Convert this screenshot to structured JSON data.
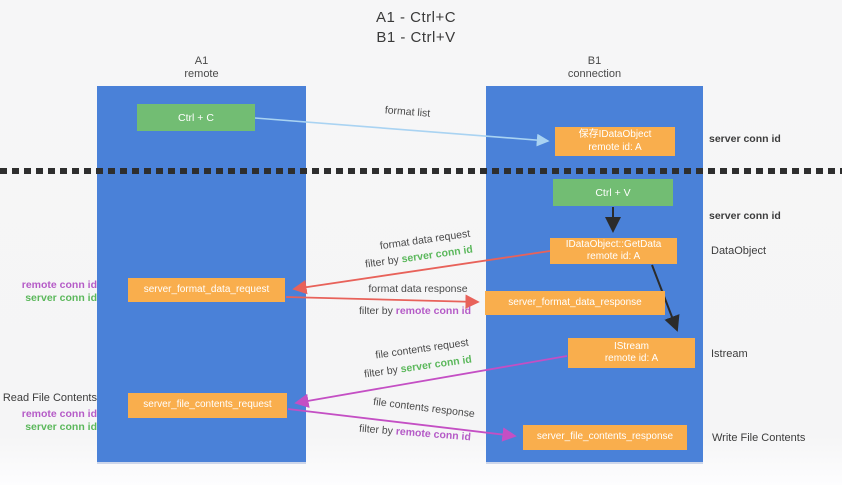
{
  "title": {
    "line1": "A1 - Ctrl+C",
    "line2": "B1 - Ctrl+V"
  },
  "columns": {
    "left": {
      "id": "A1",
      "role": "remote"
    },
    "right": {
      "id": "B1",
      "role": "connection"
    }
  },
  "nodes": {
    "ctrl_c": {
      "label": "Ctrl + C"
    },
    "ctrl_v": {
      "label": "Ctrl + V"
    },
    "save_idataobject": {
      "line1": "保存IDataObject",
      "line2": "remote id: A"
    },
    "getdata": {
      "line1": "IDataObject::GetData",
      "line2": "remote id: A"
    },
    "istream": {
      "line1": "IStream",
      "line2": "remote id: A"
    },
    "server_format_data_request": {
      "label": "server_format_data_request"
    },
    "server_format_data_response": {
      "label": "server_format_data_response"
    },
    "server_file_contents_request": {
      "label": "server_file_contents_request"
    },
    "server_file_contents_response": {
      "label": "server_file_contents_response"
    }
  },
  "edge_labels": {
    "format_list": "format list",
    "format_data_request": "format data request",
    "format_data_request_filter_prefix": "filter by ",
    "format_data_request_filter_key": "server conn id",
    "format_data_response": "format data response",
    "format_data_response_filter_prefix": "filter by ",
    "format_data_response_filter_key": "remote conn id",
    "file_contents_request": "file contents request",
    "file_contents_request_filter_prefix": "filter by ",
    "file_contents_request_filter_key": "server conn id",
    "file_contents_response": "file contents response",
    "file_contents_response_filter_prefix": "filter by ",
    "file_contents_response_filter_key": "remote conn id"
  },
  "annotations": {
    "server_conn_id_top_right": "server conn id",
    "server_conn_id_mid_right": "server conn id",
    "data_object": "DataObject",
    "istream": "Istream",
    "write_file_contents": "Write File Contents",
    "read_file_contents": "Read File Contents",
    "format_remote_conn_id_left": "remote conn id",
    "format_server_conn_id_left": "server conn id",
    "file_remote_conn_id_left": "remote conn id",
    "file_server_conn_id_left": "server conn id"
  },
  "colors": {
    "column_blue": "#4a81d8",
    "box_green": "#72bd73",
    "box_orange": "#f9ae4d",
    "text_green": "#5cb85c",
    "text_purple": "#b55bc7",
    "arrow_red": "#e8625a",
    "arrow_magenta": "#c44fc4",
    "arrow_blue": "#a9d3f2",
    "arrow_black": "#2b2b2b"
  }
}
